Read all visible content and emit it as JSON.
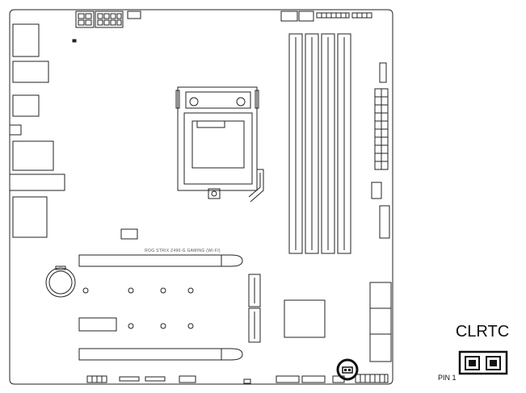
{
  "board": {
    "silkscreen": "ROG STRIX Z490-G GAMING (WI-FI)"
  },
  "callout": {
    "header_name": "CLRTC",
    "pin_label": "PIN 1"
  },
  "colors": {
    "line": "#222222",
    "paper": "#ffffff"
  }
}
